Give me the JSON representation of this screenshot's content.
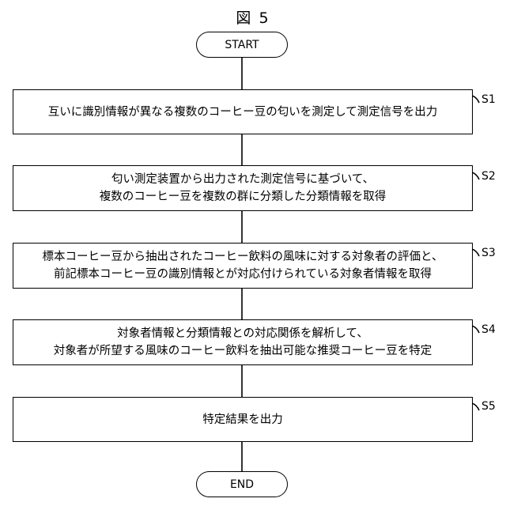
{
  "figure_title": "図 5",
  "start_label": "START",
  "end_label": "END",
  "steps": [
    {
      "id": "S1",
      "lines": [
        "互いに識別情報が異なる複数のコーヒー豆の匂いを測定して測定信号を出力"
      ]
    },
    {
      "id": "S2",
      "lines": [
        "匂い測定装置から出力された測定信号に基づいて、",
        "複数のコーヒー豆を複数の群に分類した分類情報を取得"
      ]
    },
    {
      "id": "S3",
      "lines": [
        "標本コーヒー豆から抽出されたコーヒー飲料の風味に対する対象者の評価と、",
        "前記標本コーヒー豆の識別情報とが対応付けられている対象者情報を取得"
      ]
    },
    {
      "id": "S4",
      "lines": [
        "対象者情報と分類情報との対応関係を解析して、",
        "対象者が所望する風味のコーヒー飲料を抽出可能な推奨コーヒー豆を特定"
      ]
    },
    {
      "id": "S5",
      "lines": [
        "特定結果を出力"
      ]
    }
  ]
}
